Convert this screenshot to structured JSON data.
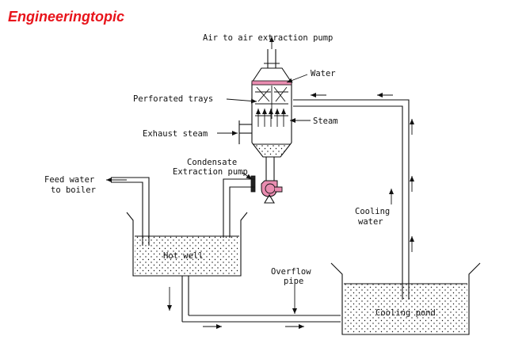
{
  "brand": {
    "text": "Engineeringtopic",
    "color": "#e8141b"
  },
  "labels": {
    "air_pump": "Air to air extraction pump",
    "water": "Water",
    "perforated_trays": "Perforated trays",
    "steam": "Steam",
    "exhaust_steam": "Exhaust steam",
    "condensate_line1": "Condensate",
    "condensate_line2": "Extraction pump",
    "feed_water_line1": "Feed water",
    "feed_water_line2": "to boiler",
    "hot_well": "Hot well",
    "overflow_line1": "Overflow",
    "overflow_line2": "pipe",
    "cooling_water_line1": "Cooling",
    "cooling_water_line2": "water",
    "cooling_pond": "Cooling pond"
  },
  "colors": {
    "pump": "#e98cb0",
    "tray_plate": "#e98cb0",
    "line": "#111111"
  }
}
